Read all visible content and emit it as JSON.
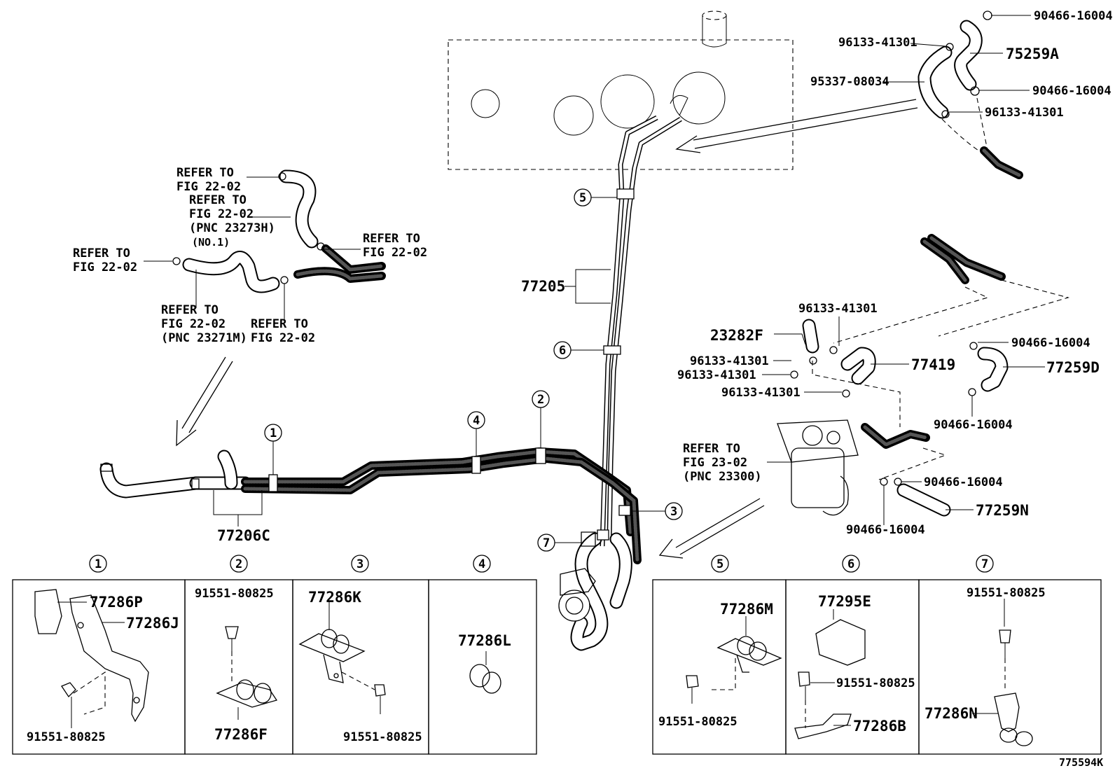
{
  "figure_code": "775594K",
  "upper_left_notes": {
    "n1": [
      "REFER TO",
      "FIG 22-02"
    ],
    "n2": [
      "REFER TO",
      "FIG 22-02",
      "(PNC 23273H)"
    ],
    "n2_sub": "(NO.1)",
    "n3": [
      "REFER TO",
      "FIG 22-02"
    ],
    "n4": [
      "REFER TO",
      "FIG 22-02"
    ],
    "n5": [
      "REFER TO",
      "FIG 22-02",
      "(PNC 23271M)"
    ],
    "n6": [
      "REFER TO",
      "FIG 22-02"
    ]
  },
  "main_parts": {
    "p77205": "77205",
    "p77206c": "77206C"
  },
  "upper_right_parts": {
    "a": "90466-16004",
    "b": "96133-41301",
    "c": "75259A",
    "d": "95337-08034",
    "e": "90466-16004",
    "f": "96133-41301"
  },
  "filter_parts": {
    "a": "96133-41301",
    "b": "23282F",
    "c": "96133-41301",
    "d": "96133-41301",
    "e": "77419",
    "f": "96133-41301",
    "g": "90466-16004",
    "h": "77259D",
    "i": "90466-16004",
    "j": "90466-16004",
    "k": "77259N",
    "l": "90466-16004",
    "refer": [
      "REFER TO",
      "FIG 23-02",
      "(PNC 23300)"
    ]
  },
  "callouts": [
    "1",
    "2",
    "3",
    "4",
    "5",
    "6",
    "7"
  ],
  "detail_boxes": {
    "box1": {
      "number": "1",
      "parts": [
        "77286P",
        "77286J",
        "91551-80825"
      ]
    },
    "box2": {
      "number": "2",
      "parts": [
        "91551-80825",
        "77286F"
      ]
    },
    "box3": {
      "number": "3",
      "parts": [
        "77286K",
        "91551-80825"
      ]
    },
    "box4": {
      "number": "4",
      "parts": [
        "77286L"
      ]
    },
    "box5": {
      "number": "5",
      "parts": [
        "77286M",
        "91551-80825"
      ]
    },
    "box6": {
      "number": "6",
      "parts": [
        "77295E",
        "91551-80825",
        "77286B"
      ]
    },
    "box7": {
      "number": "7",
      "parts": [
        "91551-80825",
        "77286N"
      ]
    }
  }
}
